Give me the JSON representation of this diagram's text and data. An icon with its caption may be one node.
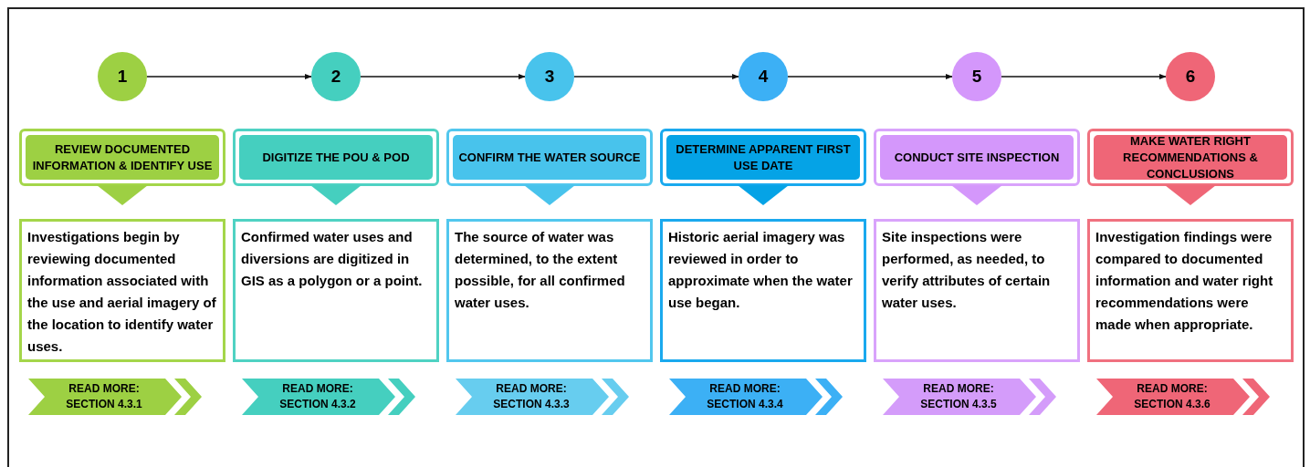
{
  "diagram": {
    "nodes": [
      {
        "text": [
          "1"
        ]
      },
      {
        "text": [
          "2"
        ]
      },
      {
        "text": [
          "3"
        ]
      },
      {
        "text": [
          "4"
        ]
      },
      {
        "text": [
          "5"
        ]
      },
      {
        "text": [
          "6"
        ]
      },
      {
        "text": [
          "REVIEW DOCUMENTED INFORMATION & IDENTIFY USE"
        ]
      },
      {
        "text": [
          "DIGITIZE THE POU & POD"
        ]
      },
      {
        "text": [
          "CONFIRM THE WATER SOURCE"
        ]
      },
      {
        "text": [
          "DETERMINE APPARENT FIRST USE DATE"
        ]
      },
      {
        "text": [
          "CONDUCT SITE INSPECTION"
        ]
      },
      {
        "text": [
          "MAKE WATER RIGHT RECOMMENDATIONS & CONCLUSIONS"
        ]
      },
      {
        "text": [
          "Investigations begin by reviewing documented information associated with the use and aerial imagery of the location to identify water uses."
        ]
      },
      {
        "text": [
          "Confirmed water uses and diversions are digitized in GIS as a polygon or a point."
        ]
      },
      {
        "text": [
          "The source of water was determined, to the extent possible, for all confirmed water uses."
        ]
      },
      {
        "text": [
          "Historic aerial imagery was reviewed in order to  approximate when the water use began."
        ]
      },
      {
        "text": [
          "Site inspections were performed, as needed, to verify attributes of certain water uses."
        ]
      },
      {
        "text": [
          "Investigation findings were compared to documented information and water right recommendations were made when appropriate."
        ]
      },
      {
        "text": [
          "READ MORE: SECTION 4.3.1"
        ]
      },
      {
        "text": [
          "READ MORE: SECTION 4.3.2"
        ]
      },
      {
        "text": [
          "READ MORE: SECTION 4.3.3"
        ]
      },
      {
        "text": [
          "READ MORE: SECTION 4.3.4"
        ]
      },
      {
        "text": [
          "READ MORE: SECTION 4.3.5"
        ]
      },
      {
        "text": [
          "READ MORE: SECTION 4.3.6"
        ]
      }
    ],
    "edges": [
      {
        "from": 0,
        "to": 1,
        "arrow": "to"
      },
      {
        "from": 1,
        "to": 2,
        "arrow": "to"
      },
      {
        "from": 2,
        "to": 3,
        "arrow": "to"
      },
      {
        "from": 3,
        "to": 4,
        "arrow": "to"
      },
      {
        "from": 4,
        "to": 5,
        "arrow": "to"
      }
    ]
  }
}
